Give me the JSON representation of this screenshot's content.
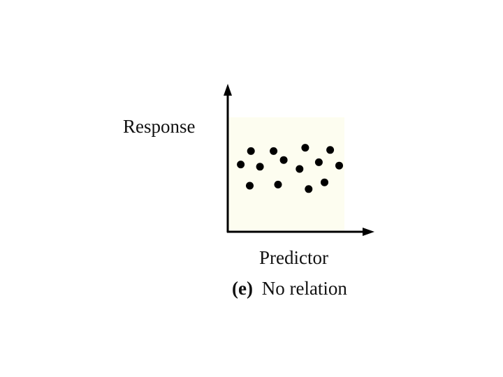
{
  "chart_data": {
    "type": "scatter",
    "ylabel": "Response",
    "xlabel": "Predictor",
    "caption": {
      "tag": "(e)",
      "text": "No relation"
    },
    "xlim": [
      0,
      1
    ],
    "ylim": [
      0,
      1
    ],
    "grid": false,
    "ticks": false,
    "colors": {
      "plot_background": "#fdfdf0",
      "points": "#000000",
      "axes": "#000000"
    },
    "points": [
      {
        "x": 0.09,
        "y": 0.59
      },
      {
        "x": 0.18,
        "y": 0.71
      },
      {
        "x": 0.17,
        "y": 0.4
      },
      {
        "x": 0.26,
        "y": 0.57
      },
      {
        "x": 0.38,
        "y": 0.71
      },
      {
        "x": 0.42,
        "y": 0.41
      },
      {
        "x": 0.47,
        "y": 0.63
      },
      {
        "x": 0.61,
        "y": 0.55
      },
      {
        "x": 0.66,
        "y": 0.74
      },
      {
        "x": 0.69,
        "y": 0.37
      },
      {
        "x": 0.78,
        "y": 0.61
      },
      {
        "x": 0.83,
        "y": 0.43
      },
      {
        "x": 0.88,
        "y": 0.72
      },
      {
        "x": 0.96,
        "y": 0.58
      }
    ]
  }
}
